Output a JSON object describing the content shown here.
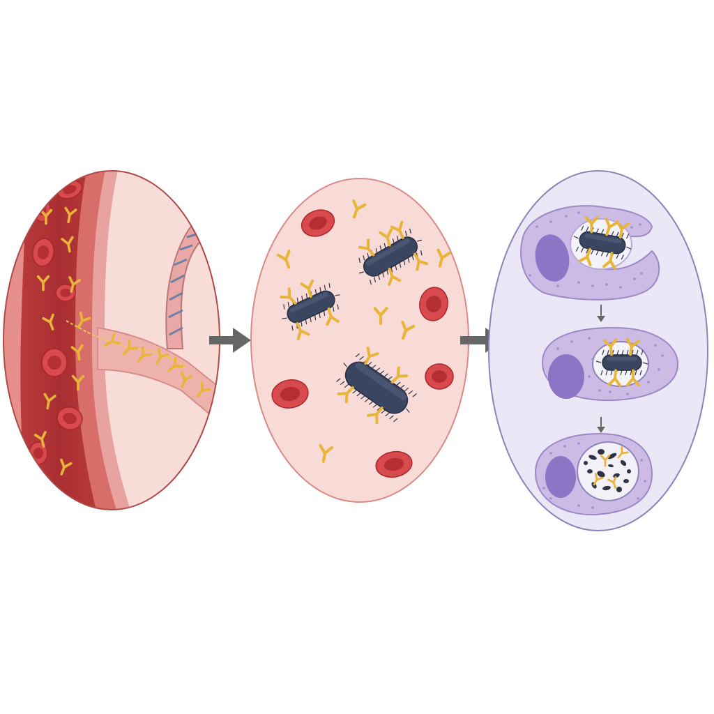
{
  "diagram": {
    "stages": [
      {
        "id": "blood-vessel-and-tissue"
      },
      {
        "id": "opsonized-bacteria-in-plasma"
      },
      {
        "id": "phagocytosis-by-phagocyte"
      }
    ],
    "arrows": [
      {
        "from": "blood-vessel-and-tissue",
        "to": "opsonized-bacteria-in-plasma"
      },
      {
        "from": "opsonized-bacteria-in-plasma",
        "to": "phagocytosis-by-phagocyte"
      }
    ],
    "phagocytosis_steps": [
      {
        "id": "engulfing",
        "content": "bacterium-with-antibodies"
      },
      {
        "id": "phagosome",
        "content": "bacterium-with-antibodies"
      },
      {
        "id": "digestion",
        "content": "bacterial-fragments"
      }
    ],
    "colors": {
      "vessel_wall": "#c9463f",
      "vessel_lumen": "#a92e32",
      "tissue": "#f6d8d4",
      "plasma": "#f8dad6",
      "red_blood_cell": "#c8343c",
      "antibody": "#e8b53a",
      "bacterium": "#3a4560",
      "phagocyte": "#c9b8e4",
      "nucleus": "#8b75c4",
      "panel3_bg": "#ebe7f6",
      "arrow": "#666666"
    }
  }
}
